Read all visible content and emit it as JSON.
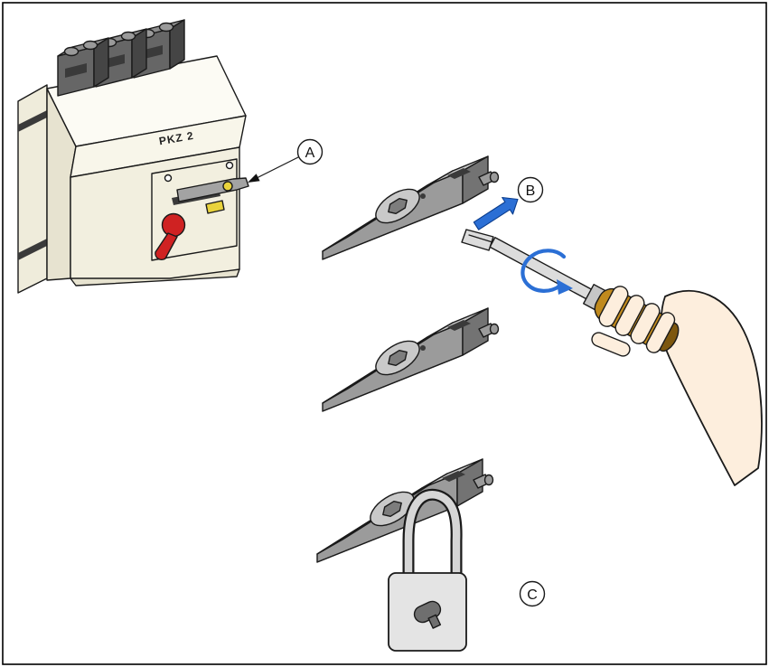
{
  "figure": {
    "device_label": "PKZ 2",
    "callouts": [
      {
        "letter": "A"
      },
      {
        "letter": "B"
      },
      {
        "letter": "C"
      }
    ]
  },
  "colors": {
    "background": "#ffffff",
    "outline": "#1a1a1a",
    "device_front": "#f2efdf",
    "device_chamfer": "#f8f6ea",
    "device_top": "#fcfbf4",
    "device_side": "#e7e3d0",
    "device_flange": "#efecdb",
    "terminal_front": "#666666",
    "terminal_top": "#8d8d8d",
    "terminal_side": "#454545",
    "terminal_slot": "#3a3a3a",
    "screw": "#9a9a9a",
    "toggle_gray": "#a3a3a3",
    "button_red": "#cf2222",
    "marker_yellow": "#e9d33c",
    "lever_top": "#c9c9c9",
    "lever_front": "#9b9b9b",
    "lever_end": "#737373",
    "hex_socket": "#7d7d7d",
    "arrow_blue": "#2b6fd5",
    "blade_gray": "#dcdcdc",
    "ferrule_gray": "#c6c6c6",
    "handle_gold": "#c08a1e",
    "handle_dark": "#7d570e",
    "skin": "#fdeedd",
    "padlock_body": "#e4e4e4",
    "shackle_gray": "#d6d6d6",
    "keyhole_dark": "#6f6f6f"
  }
}
